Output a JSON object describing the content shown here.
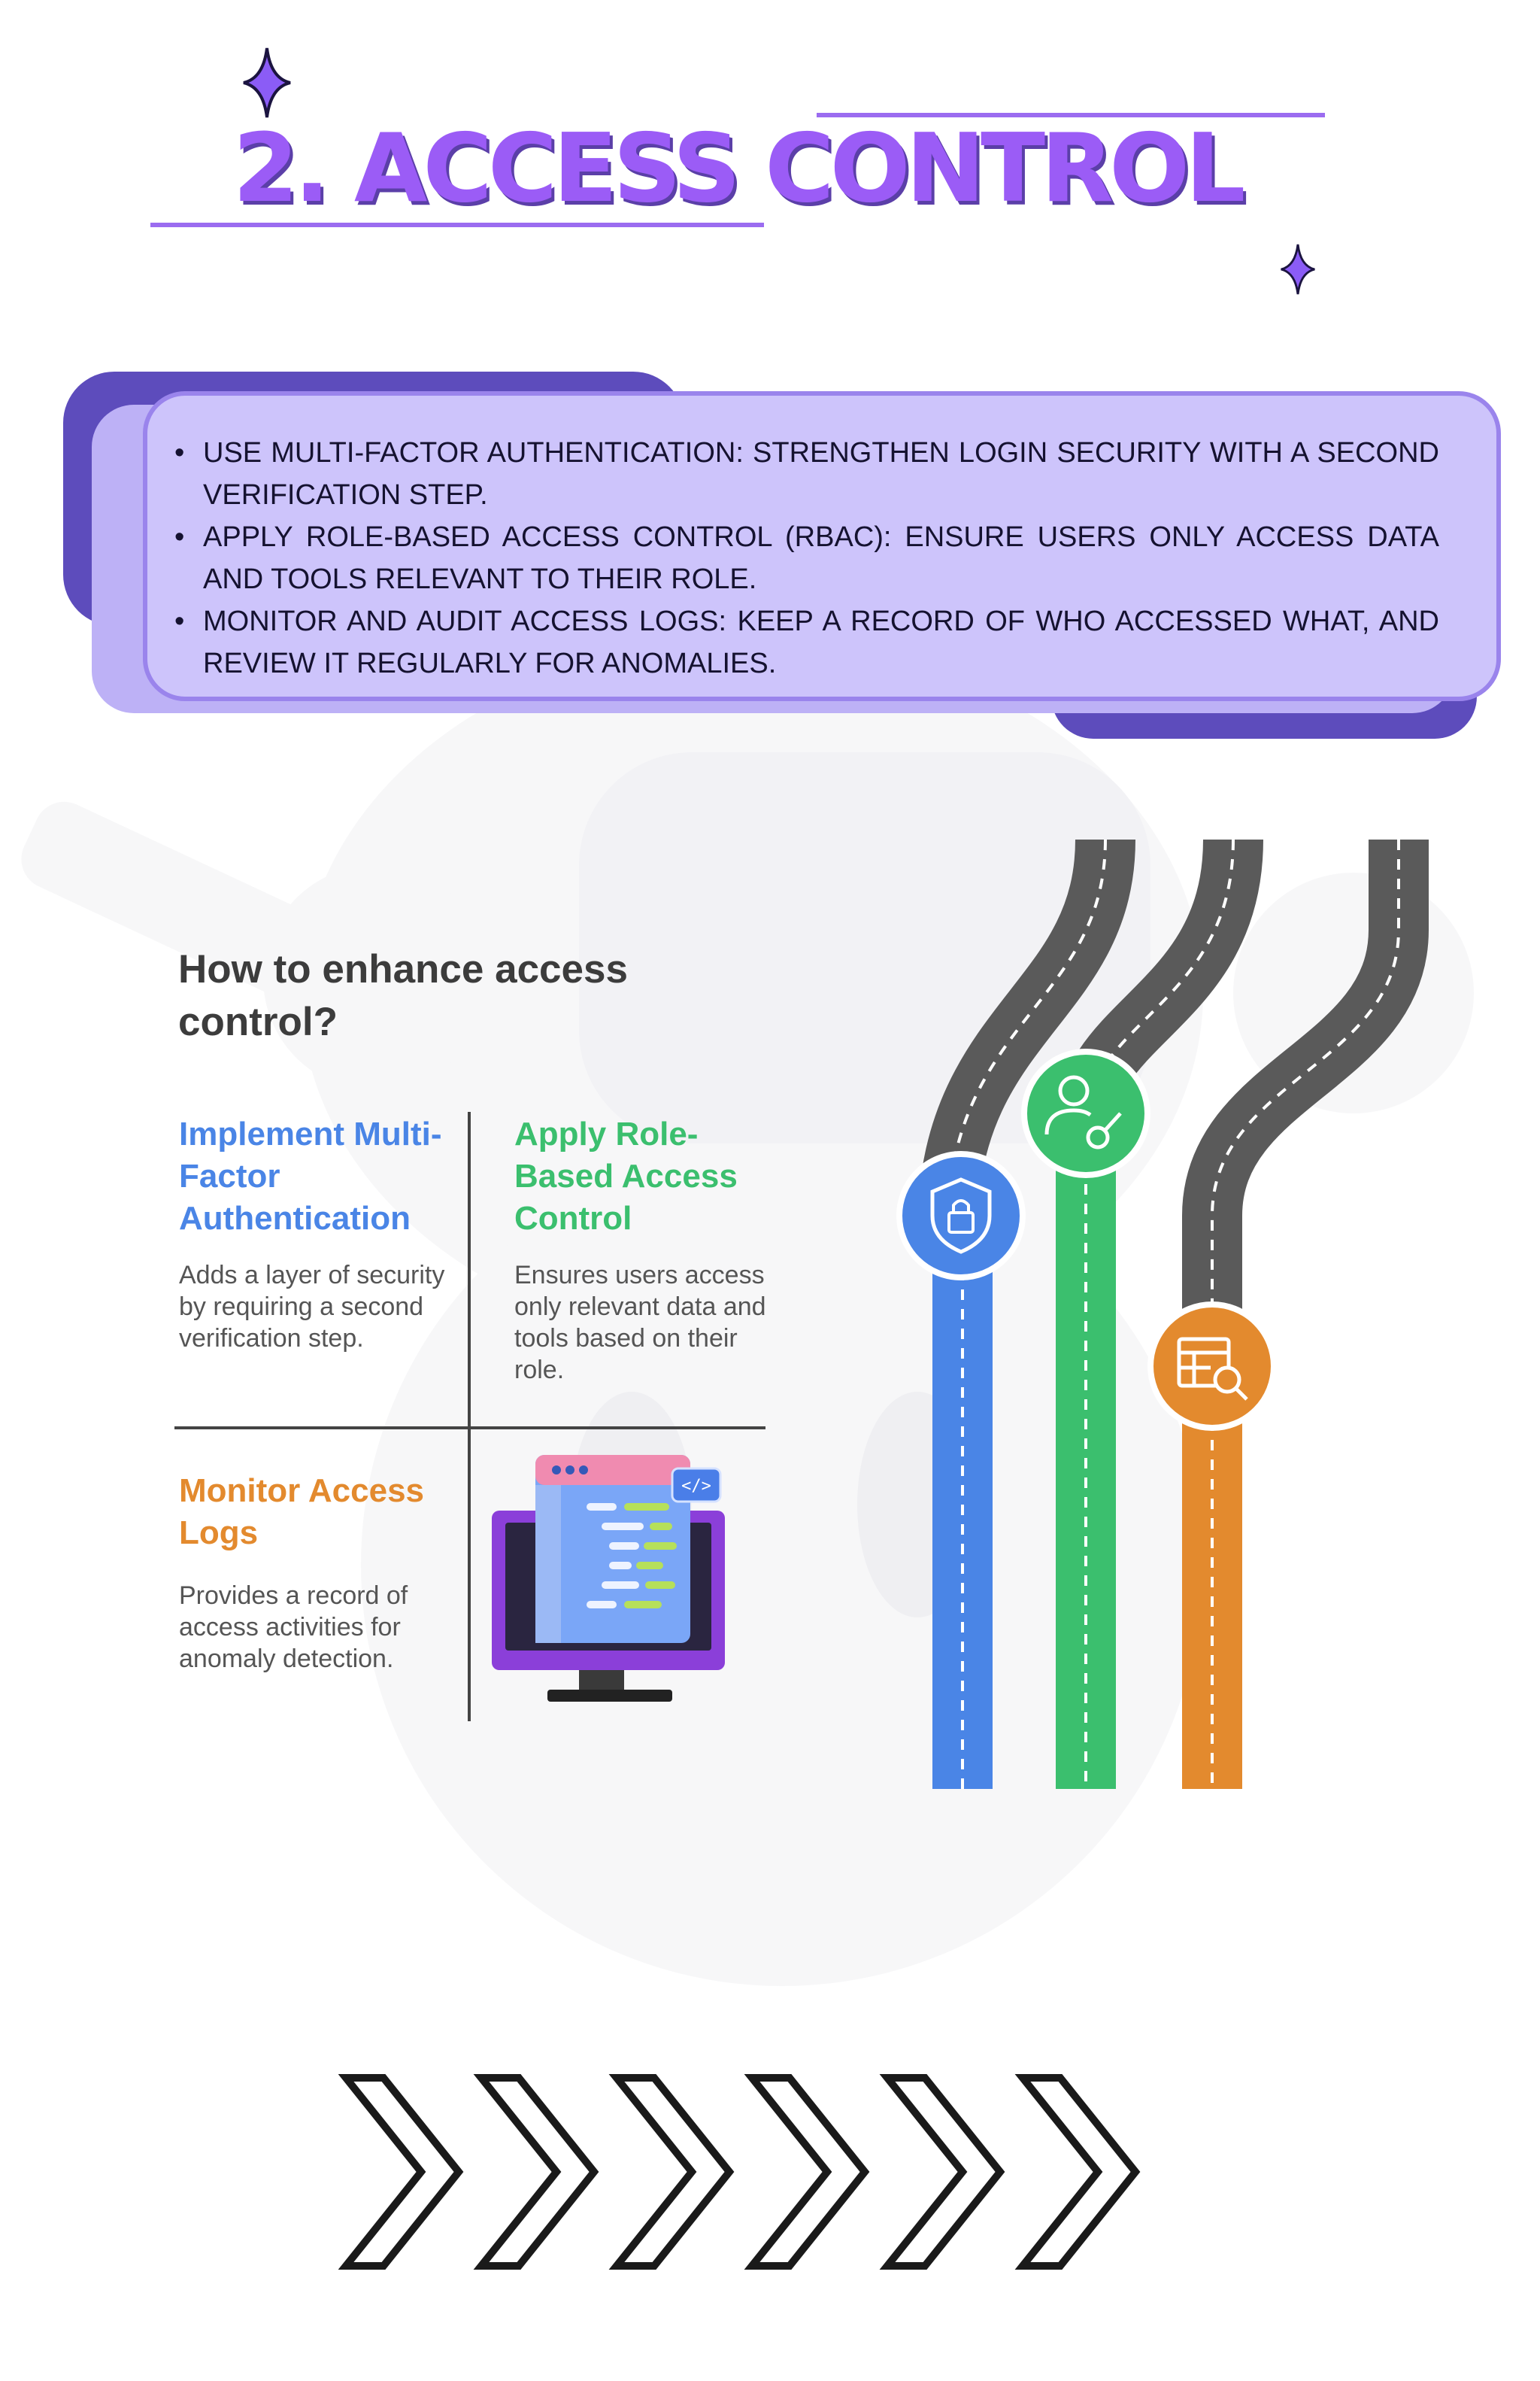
{
  "header": {
    "title": "2. ACCESS CONTROL"
  },
  "bullets": [
    "USE MULTI-FACTOR AUTHENTICATION: STRENGTHEN LOGIN SECURITY WITH A SECOND VERIFICATION STEP.",
    "APPLY ROLE-BASED ACCESS CONTROL (RBAC): ENSURE USERS ONLY ACCESS DATA AND TOOLS RELEVANT TO THEIR ROLE.",
    "MONITOR AND AUDIT ACCESS LOGS: KEEP A RECORD OF WHO ACCESSED WHAT, AND REVIEW IT REGULARLY FOR ANOMALIES."
  ],
  "infographic": {
    "heading": "How to enhance access control?",
    "items": [
      {
        "title": "Implement Multi-Factor Authentication",
        "description": "Adds a layer of security by requiring a second verification step.",
        "color": "#4a85e6",
        "icon": "shield-lock-icon"
      },
      {
        "title": "Apply Role-Based Access Control",
        "description": "Ensures users access only relevant data and tools based on their role.",
        "color": "#3bbf6e",
        "icon": "user-key-icon"
      },
      {
        "title": "Monitor Access Logs",
        "description": "Provides a record of access activities for anomaly detection.",
        "color": "#e38a2e",
        "icon": "table-search-icon"
      }
    ],
    "monitor_code_tag": "</>"
  },
  "colors": {
    "accent": "#9b5cf6",
    "card_dark": "#5d4cbc",
    "card_light": "#cdc4fb",
    "road": "#5a5a5a"
  }
}
